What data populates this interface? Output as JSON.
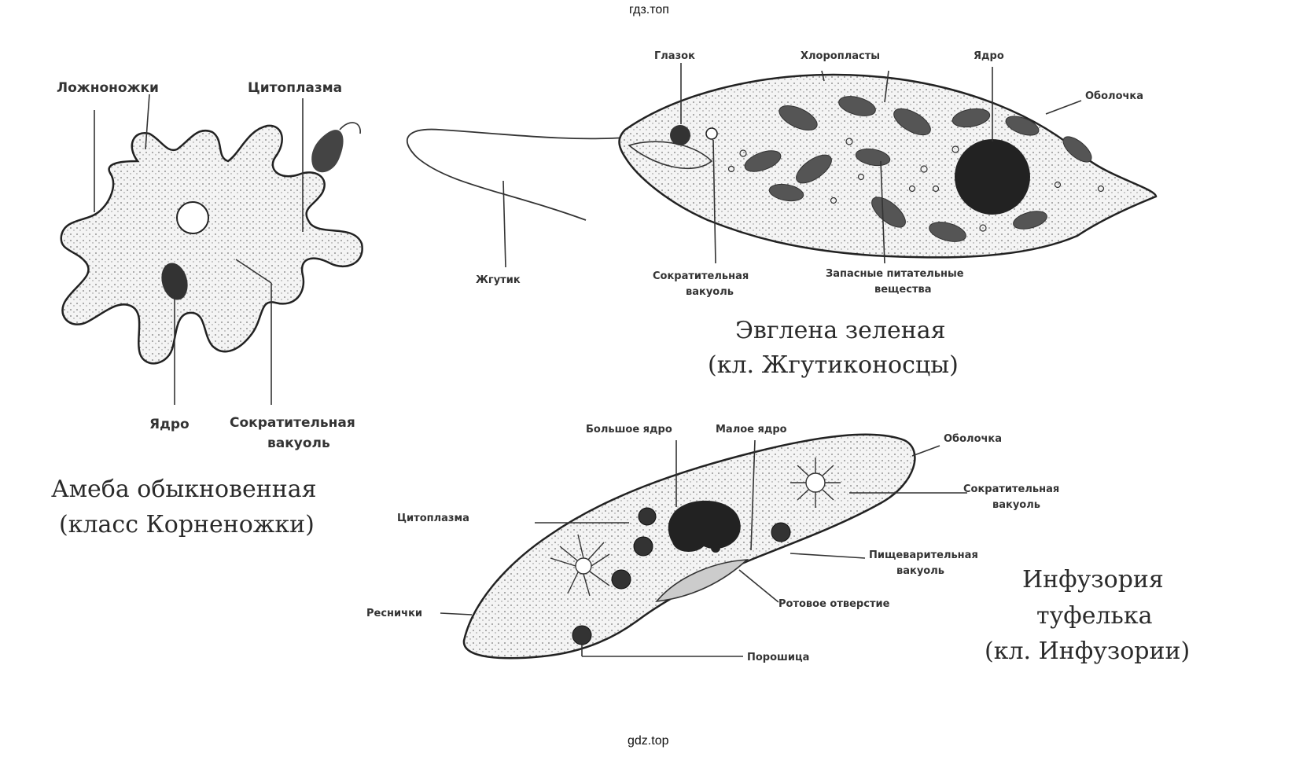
{
  "watermark_top": "гдз.топ",
  "watermark_bottom": "gdz.top",
  "amoeba": {
    "title_line1": "Амеба обыкновенная",
    "title_line2": "(класс Корненожки)",
    "labels": {
      "pseudopods": "Ложноножки",
      "cytoplasm": "Цитоплазма",
      "nucleus": "Ядро",
      "contractile_line1": "Сократительная",
      "contractile_line2": "вакуоль"
    }
  },
  "euglena": {
    "title_line1": "Эвглена зеленая",
    "title_line2": "(кл. Жгутиконосцы)",
    "labels": {
      "eyespot": "Глазок",
      "chloroplasts": "Хлоропласты",
      "nucleus": "Ядро",
      "membrane": "Оболочка",
      "flagellum": "Жгутик",
      "contractile_line1": "Сократительная",
      "contractile_line2": "вакуоль",
      "reserve_line1": "Запасные питательные",
      "reserve_line2": "вещества"
    }
  },
  "paramecium": {
    "title_line1": "Инфузория",
    "title_line2": "туфелька",
    "title_line3": "(кл. Инфузории)",
    "labels": {
      "macronucleus": "Большое ядро",
      "micronucleus": "Малое ядро",
      "membrane": "Оболочка",
      "contractile_line1": "Сократительная",
      "contractile_line2": "вакуоль",
      "cytoplasm": "Цитоплазма",
      "digestive_line1": "Пищеварительная",
      "digestive_line2": "вакуоль",
      "mouth": "Ротовое отверстие",
      "cilia": "Реснички",
      "anal_pore": "Порошица"
    }
  }
}
